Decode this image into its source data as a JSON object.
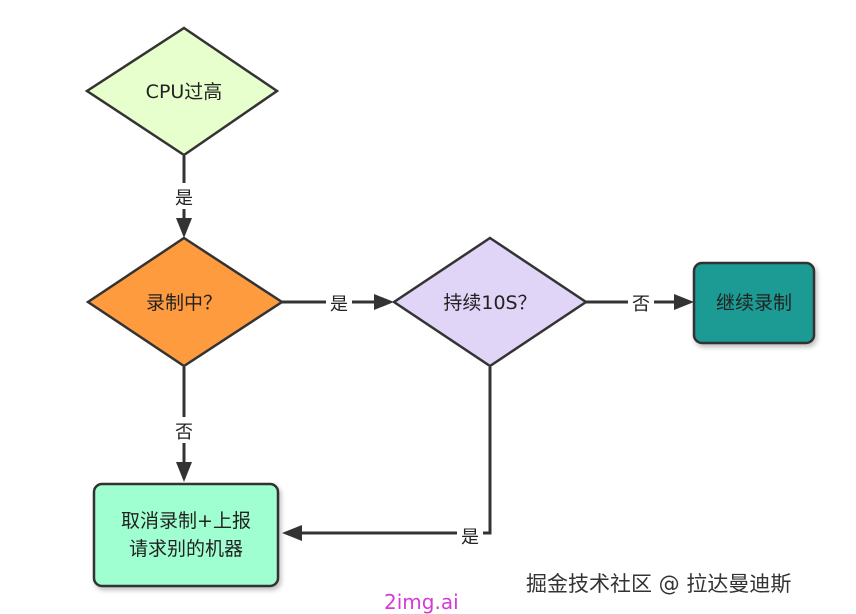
{
  "nodes": {
    "cpu_high": {
      "label": "CPU过高",
      "fill": "#e6ffcc"
    },
    "recording": {
      "label": "录制中？",
      "fill": "#ff9b3f"
    },
    "sustained": {
      "label": "持续10S？",
      "fill": "#e1d5f7"
    },
    "continue_recording": {
      "label": "继续录制",
      "fill": "#1a9b94"
    },
    "cancel_report": {
      "label_lines": [
        "取消录制+上报",
        "请求别的机器"
      ],
      "fill": "#a0ffd0"
    }
  },
  "edges": {
    "cpu_to_recording": {
      "label": "是"
    },
    "recording_to_sustained": {
      "label": "是"
    },
    "sustained_to_continue": {
      "label": "否"
    },
    "recording_to_cancel": {
      "label": "否"
    },
    "sustained_to_cancel": {
      "label": "是"
    }
  },
  "colors": {
    "stroke": "#333333",
    "text": "#222222",
    "watermark_site": "#d63ad6"
  },
  "watermarks": {
    "community": "掘金技术社区 @ 拉达曼迪斯",
    "site": "2img.ai"
  }
}
